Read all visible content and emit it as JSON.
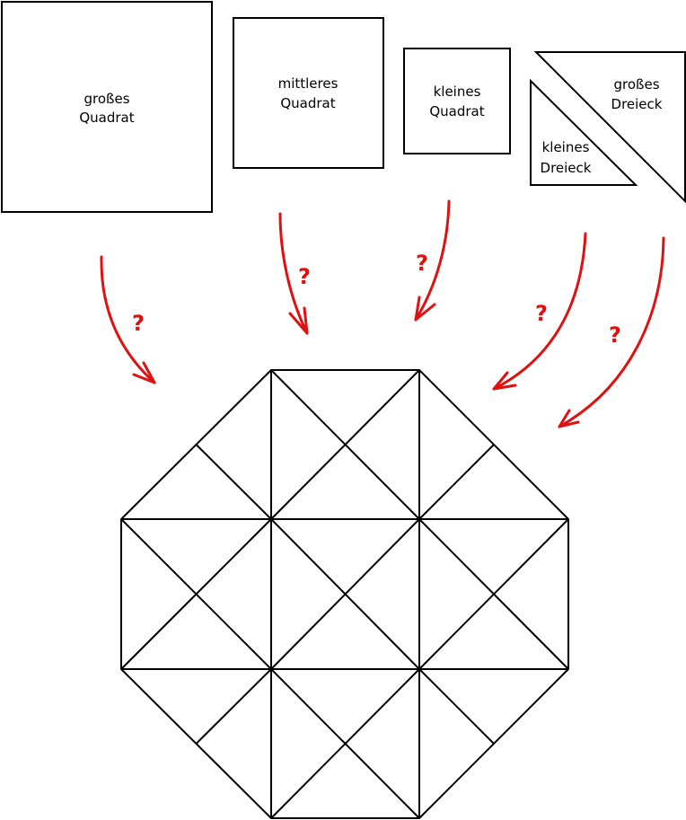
{
  "shapes": {
    "large_square": {
      "line1": "großes",
      "line2": "Quadrat"
    },
    "medium_square": {
      "line1": "mittleres",
      "line2": "Quadrat"
    },
    "small_square": {
      "line1": "kleines",
      "line2": "Quadrat"
    },
    "small_triangle": {
      "line1": "kleines",
      "line2": "Dreieck"
    },
    "large_triangle": {
      "line1": "großes",
      "line2": "Dreieck"
    }
  },
  "question_mark": "?",
  "colors": {
    "arrow": "#e01010",
    "line": "#000000",
    "background": "#ffffff"
  }
}
